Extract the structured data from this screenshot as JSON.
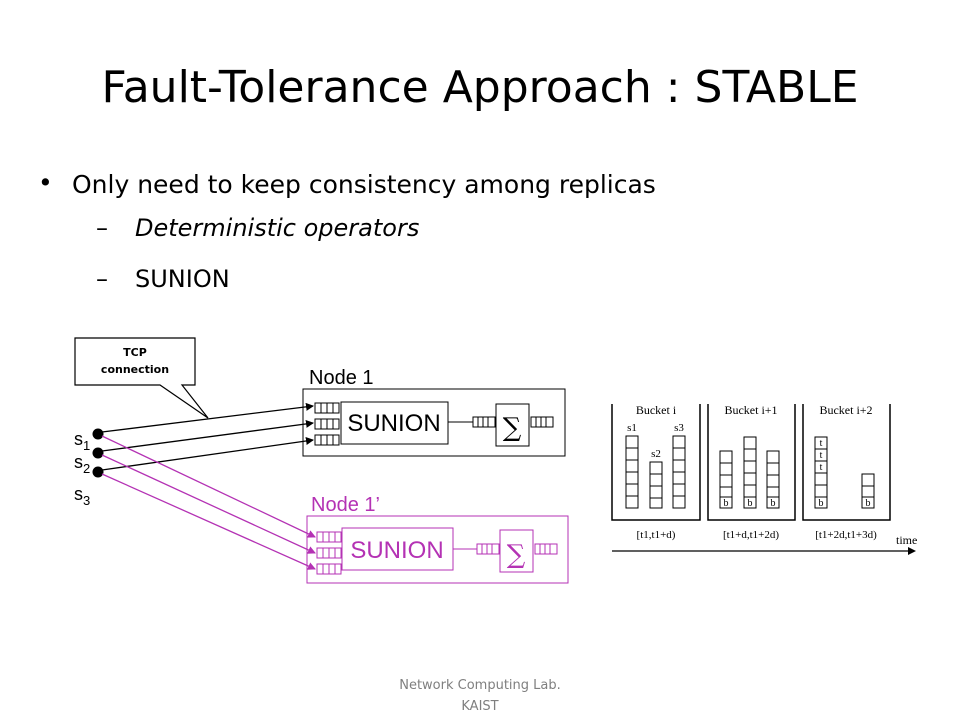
{
  "title": "Fault-Tolerance Approach : STABLE",
  "bullets": {
    "main": "Only need to keep consistency among replicas",
    "sub1": "Deterministic operators",
    "sub2": "SUNION",
    "dot": "•",
    "dash": "–"
  },
  "diagram": {
    "callout": [
      "TCP",
      "connection"
    ],
    "sources": [
      "s",
      "s",
      "s"
    ],
    "source_subs": [
      "1",
      "2",
      "3"
    ],
    "node1_label": "Node 1",
    "node1p_label": "Node 1’",
    "sunion": "SUNION",
    "sigma": "∑",
    "colors": {
      "node1": "#000000",
      "node1p": "#b432b4"
    }
  },
  "buckets": {
    "names": [
      "Bucket i",
      "Bucket i+1",
      "Bucket i+2"
    ],
    "stream_labels": [
      "s1",
      "s2",
      "s3"
    ],
    "b_label": "b",
    "t_label": "t",
    "ranges": [
      "[t1,t1+d)",
      "[t1+d,t1+2d)",
      "[t1+2d,t1+3d)"
    ],
    "time": "time"
  },
  "footer": [
    "Network Computing Lab.",
    "KAIST"
  ]
}
